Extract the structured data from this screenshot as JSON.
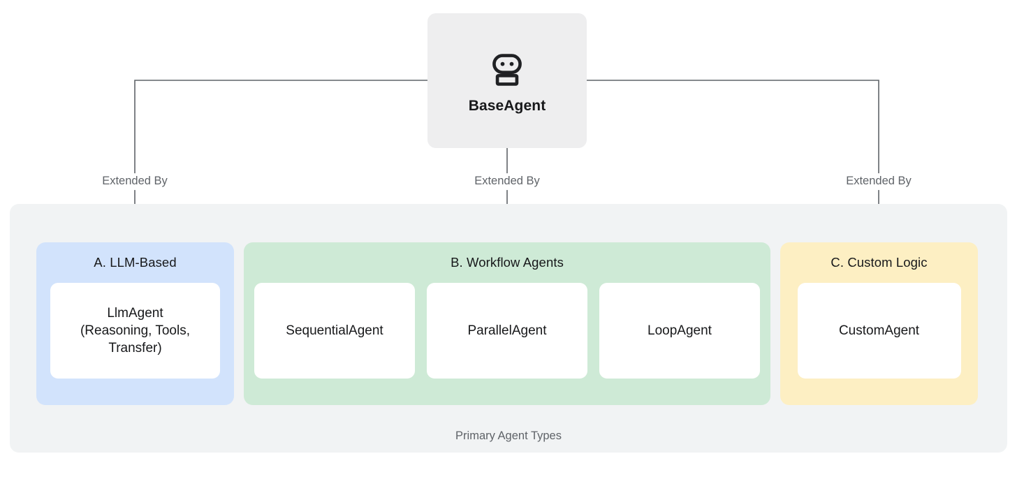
{
  "diagram": {
    "title": "Primary Agent Types",
    "root": {
      "label": "BaseAgent",
      "icon": "robot-icon"
    },
    "edge_label": "Extended By",
    "edges": [
      {
        "label": "Extended By",
        "to": "A. LLM-Based"
      },
      {
        "label": "Extended By",
        "to": "B. Workflow Agents"
      },
      {
        "label": "Extended By",
        "to": "C. Custom Logic"
      }
    ],
    "groups": [
      {
        "title": "A. LLM-Based",
        "color": "#d2e3fc",
        "cards": [
          "LlmAgent\n(Reasoning, Tools,\nTransfer)"
        ]
      },
      {
        "title": "B. Workflow Agents",
        "color": "#ceead6",
        "cards": [
          "SequentialAgent",
          "ParallelAgent",
          "LoopAgent"
        ]
      },
      {
        "title": "C. Custom Logic",
        "color": "#fdefc3",
        "cards": [
          "CustomAgent"
        ]
      }
    ]
  },
  "colors": {
    "background": "#ffffff",
    "panel": "#f1f3f4",
    "root_node": "#eeeeef",
    "connector": "#5f6368",
    "text_primary": "#17181a",
    "text_muted": "#5f6368",
    "card": "#ffffff"
  }
}
